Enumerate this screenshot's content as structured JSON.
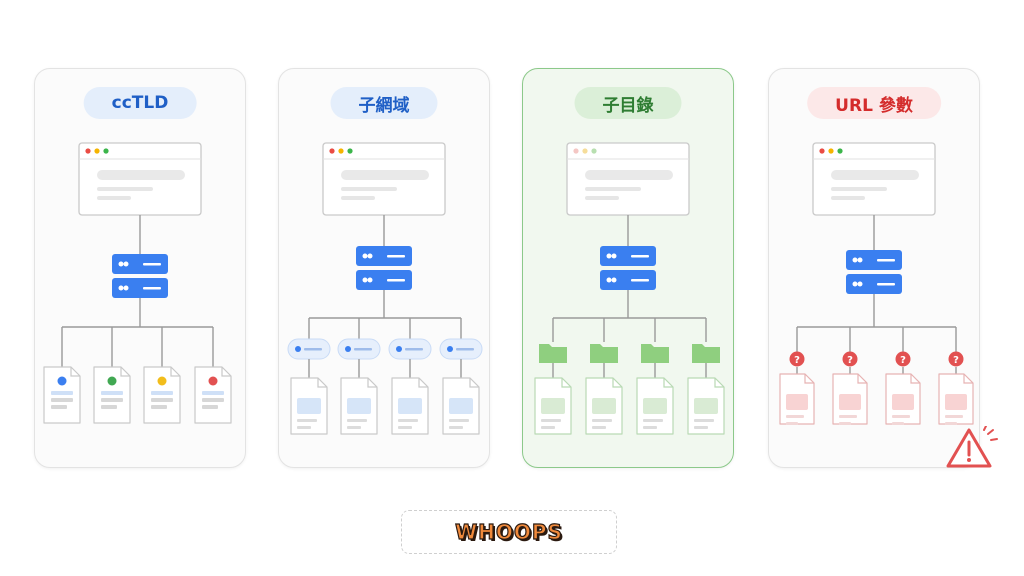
{
  "panels": [
    {
      "title": "ccTLD",
      "theme": "blue",
      "leaf_type": "colored-dot-doc",
      "leaf_colors": [
        "#3b7ff0",
        "#41a852",
        "#f2bd1b",
        "#e25151"
      ]
    },
    {
      "title": "子網域",
      "theme": "blue",
      "leaf_type": "subdomain-pill-doc"
    },
    {
      "title": "子目錄",
      "theme": "green",
      "leaf_type": "folder-doc",
      "highlighted": true
    },
    {
      "title": "URL 參數",
      "theme": "red",
      "leaf_type": "question-doc"
    }
  ],
  "footer": {
    "label": "WHOOPS"
  },
  "colors": {
    "server_blue": "#3a7ff0",
    "folder_green": "#8fcf7f",
    "error_red": "#e25151",
    "line_gray": "#9a9a9a"
  }
}
